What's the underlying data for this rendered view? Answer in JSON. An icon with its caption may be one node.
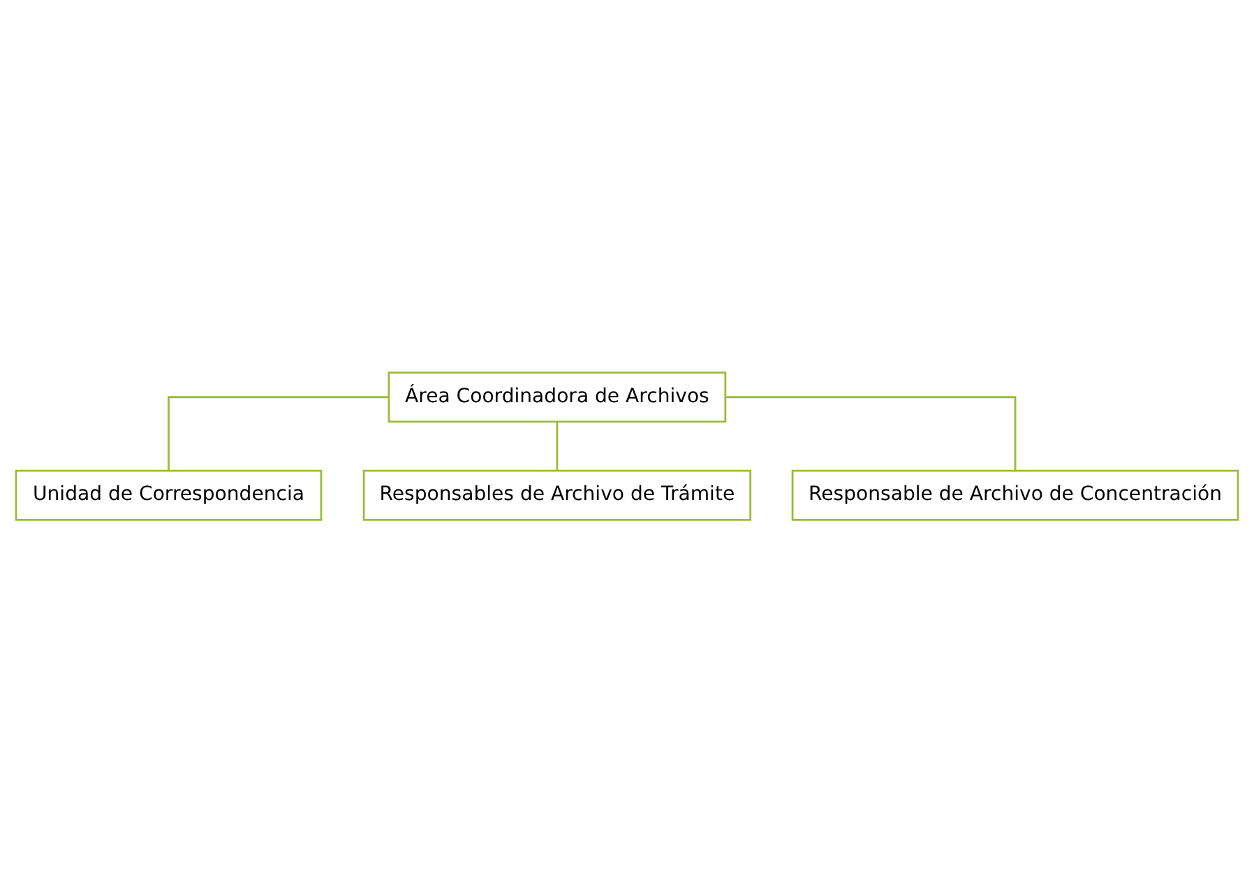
{
  "diagram": {
    "nodes": [
      {
        "text": [
          "Área Coordinadora de Archivos"
        ]
      },
      {
        "text": [
          "Unidad de Correspondencia"
        ]
      },
      {
        "text": [
          "Responsables de Archivo de Trámite"
        ]
      },
      {
        "text": [
          "Responsable de Archivo de Concentración"
        ]
      }
    ],
    "edges": [
      {
        "from": 0,
        "to": 1,
        "arrow": "none"
      },
      {
        "from": 0,
        "to": 2,
        "arrow": "none"
      },
      {
        "from": 0,
        "to": 3,
        "arrow": "none"
      }
    ]
  }
}
